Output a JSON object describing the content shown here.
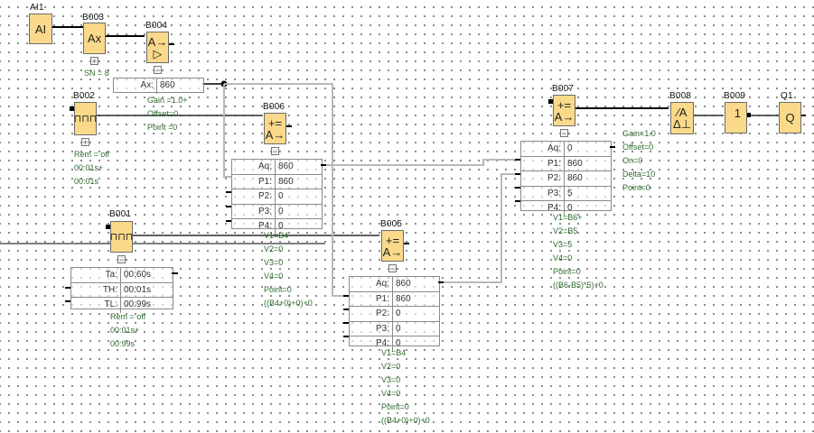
{
  "blocks": {
    "AI1": {
      "name": "AI1",
      "symbol": "AI"
    },
    "B003": {
      "name": "B003",
      "symbol": "Ax",
      "param": "SN = 8"
    },
    "B004": {
      "name": "B004",
      "symbol_top": "A→",
      "symbol_bottom": "▷",
      "display": {
        "key": "Ax:",
        "value": "860"
      },
      "params": [
        "Gain =1.0+",
        "Offset=0",
        "Point =0"
      ]
    },
    "B002": {
      "name": "B002",
      "symbol": "⊓⊓⊓",
      "params": [
        "Rem = off",
        "00:01s+",
        "00:01s"
      ]
    },
    "B006": {
      "name": "B006",
      "symbol_top": "+=",
      "symbol_bottom": "A→",
      "table": [
        {
          "key": "Aq:",
          "value": "860"
        },
        {
          "key": "P1:",
          "value": "860"
        },
        {
          "key": "P2:",
          "value": "0"
        },
        {
          "key": "P3:",
          "value": "0"
        },
        {
          "key": "P4:",
          "value": "0"
        }
      ],
      "params": [
        "V1=B4",
        "V2=0",
        "V3=0",
        "V4=0",
        "Point=0",
        "((B4+0)+0)+0"
      ]
    },
    "B001": {
      "name": "B001",
      "symbol": "⊓⊓⊓",
      "table": [
        {
          "key": "Ta:",
          "value": "00:60s"
        },
        {
          "key": "TH:",
          "value": "00:01s"
        },
        {
          "key": "TL:",
          "value": "00:99s"
        }
      ],
      "params": [
        "Rem = off",
        "00:01s+",
        "00:99s"
      ]
    },
    "B005": {
      "name": "B005",
      "symbol_top": "+=",
      "symbol_bottom": "A→",
      "table": [
        {
          "key": "Aq:",
          "value": "860"
        },
        {
          "key": "P1:",
          "value": "860"
        },
        {
          "key": "P2:",
          "value": "0"
        },
        {
          "key": "P3:",
          "value": "0"
        },
        {
          "key": "P4:",
          "value": "0"
        }
      ],
      "params": [
        "V1=B4",
        "V2=0",
        "V3=0",
        "V4=0",
        "Point=0",
        "((B4+0)+0)+0"
      ]
    },
    "B007": {
      "name": "B007",
      "symbol_top": "+=",
      "symbol_bottom": "A→",
      "table": [
        {
          "key": "Aq:",
          "value": "0"
        },
        {
          "key": "P1:",
          "value": "860"
        },
        {
          "key": "P2:",
          "value": "860"
        },
        {
          "key": "P3:",
          "value": "5"
        },
        {
          "key": "P4:",
          "value": "0"
        }
      ],
      "params": [
        "V1=B6+",
        "V2=B5",
        "V3=5",
        "V4=0",
        "Point=0",
        "((B6-B5)*5)+0"
      ]
    },
    "B008": {
      "name": "B008",
      "symbol_top": "⁄A",
      "symbol_bottom": "Δ⊥",
      "params": [
        "Gain=1.0",
        "Offset=0",
        "On=0",
        "Delta=10",
        "Point=0"
      ]
    },
    "B009": {
      "name": "B009",
      "symbol": "1"
    },
    "Q1": {
      "name": "Q1",
      "symbol": "Q"
    }
  },
  "toggles": {
    "expand": "+",
    "collapse": "−"
  }
}
